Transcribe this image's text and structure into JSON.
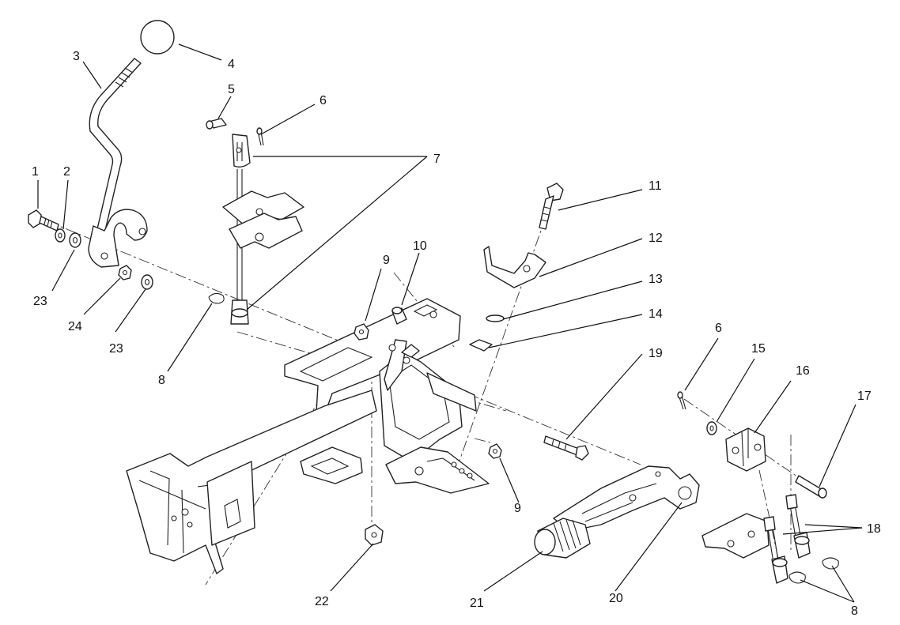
{
  "callouts": [
    {
      "id": "c1",
      "text": "1"
    },
    {
      "id": "c2",
      "text": "2"
    },
    {
      "id": "c3",
      "text": "3"
    },
    {
      "id": "c4",
      "text": "4"
    },
    {
      "id": "c5",
      "text": "5"
    },
    {
      "id": "c6a",
      "text": "6"
    },
    {
      "id": "c7",
      "text": "7"
    },
    {
      "id": "c8a",
      "text": "8"
    },
    {
      "id": "c9a",
      "text": "9"
    },
    {
      "id": "c9b",
      "text": "9"
    },
    {
      "id": "c10",
      "text": "10"
    },
    {
      "id": "c11",
      "text": "11"
    },
    {
      "id": "c12",
      "text": "12"
    },
    {
      "id": "c13",
      "text": "13"
    },
    {
      "id": "c14",
      "text": "14"
    },
    {
      "id": "c6b",
      "text": "6"
    },
    {
      "id": "c15",
      "text": "15"
    },
    {
      "id": "c16",
      "text": "16"
    },
    {
      "id": "c17",
      "text": "17"
    },
    {
      "id": "c18",
      "text": "18"
    },
    {
      "id": "c19",
      "text": "19"
    },
    {
      "id": "c20",
      "text": "20"
    },
    {
      "id": "c21",
      "text": "21"
    },
    {
      "id": "c22",
      "text": "22"
    },
    {
      "id": "c23a",
      "text": "23"
    },
    {
      "id": "c23b",
      "text": "23"
    },
    {
      "id": "c24",
      "text": "24"
    },
    {
      "id": "c8b",
      "text": "8"
    }
  ]
}
